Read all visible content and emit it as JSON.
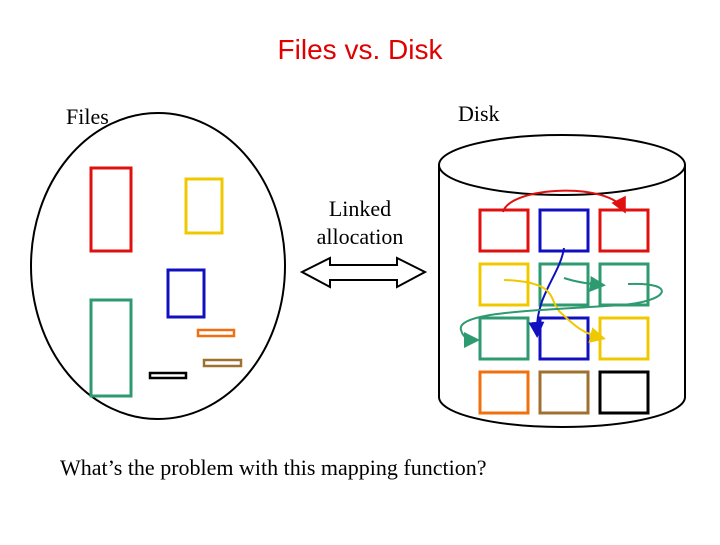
{
  "slide": {
    "title": "Files vs. Disk",
    "files_label": "Files",
    "disk_label": "Disk",
    "arrow_label_line1": "Linked",
    "arrow_label_line2": "allocation",
    "question": "What’s the problem with this mapping function?"
  },
  "colors": {
    "title": "#e00000",
    "red": "#e01010",
    "yellow": "#f0c800",
    "blue": "#1010c0",
    "green": "#2e9a70",
    "orange": "#f07010",
    "brown": "#a07030",
    "black": "#000000"
  },
  "files": [
    {
      "name": "red-file",
      "color": "red"
    },
    {
      "name": "yellow-file",
      "color": "yellow"
    },
    {
      "name": "blue-file",
      "color": "blue"
    },
    {
      "name": "green-file",
      "color": "green"
    },
    {
      "name": "orange-file",
      "color": "orange"
    },
    {
      "name": "brown-file",
      "color": "brown"
    },
    {
      "name": "black-file",
      "color": "black"
    }
  ],
  "disk_blocks": [
    [
      "red",
      "blue",
      "red"
    ],
    [
      "yellow",
      "green",
      "green"
    ],
    [
      "green",
      "blue",
      "yellow"
    ],
    [
      "orange",
      "brown",
      "black"
    ]
  ]
}
